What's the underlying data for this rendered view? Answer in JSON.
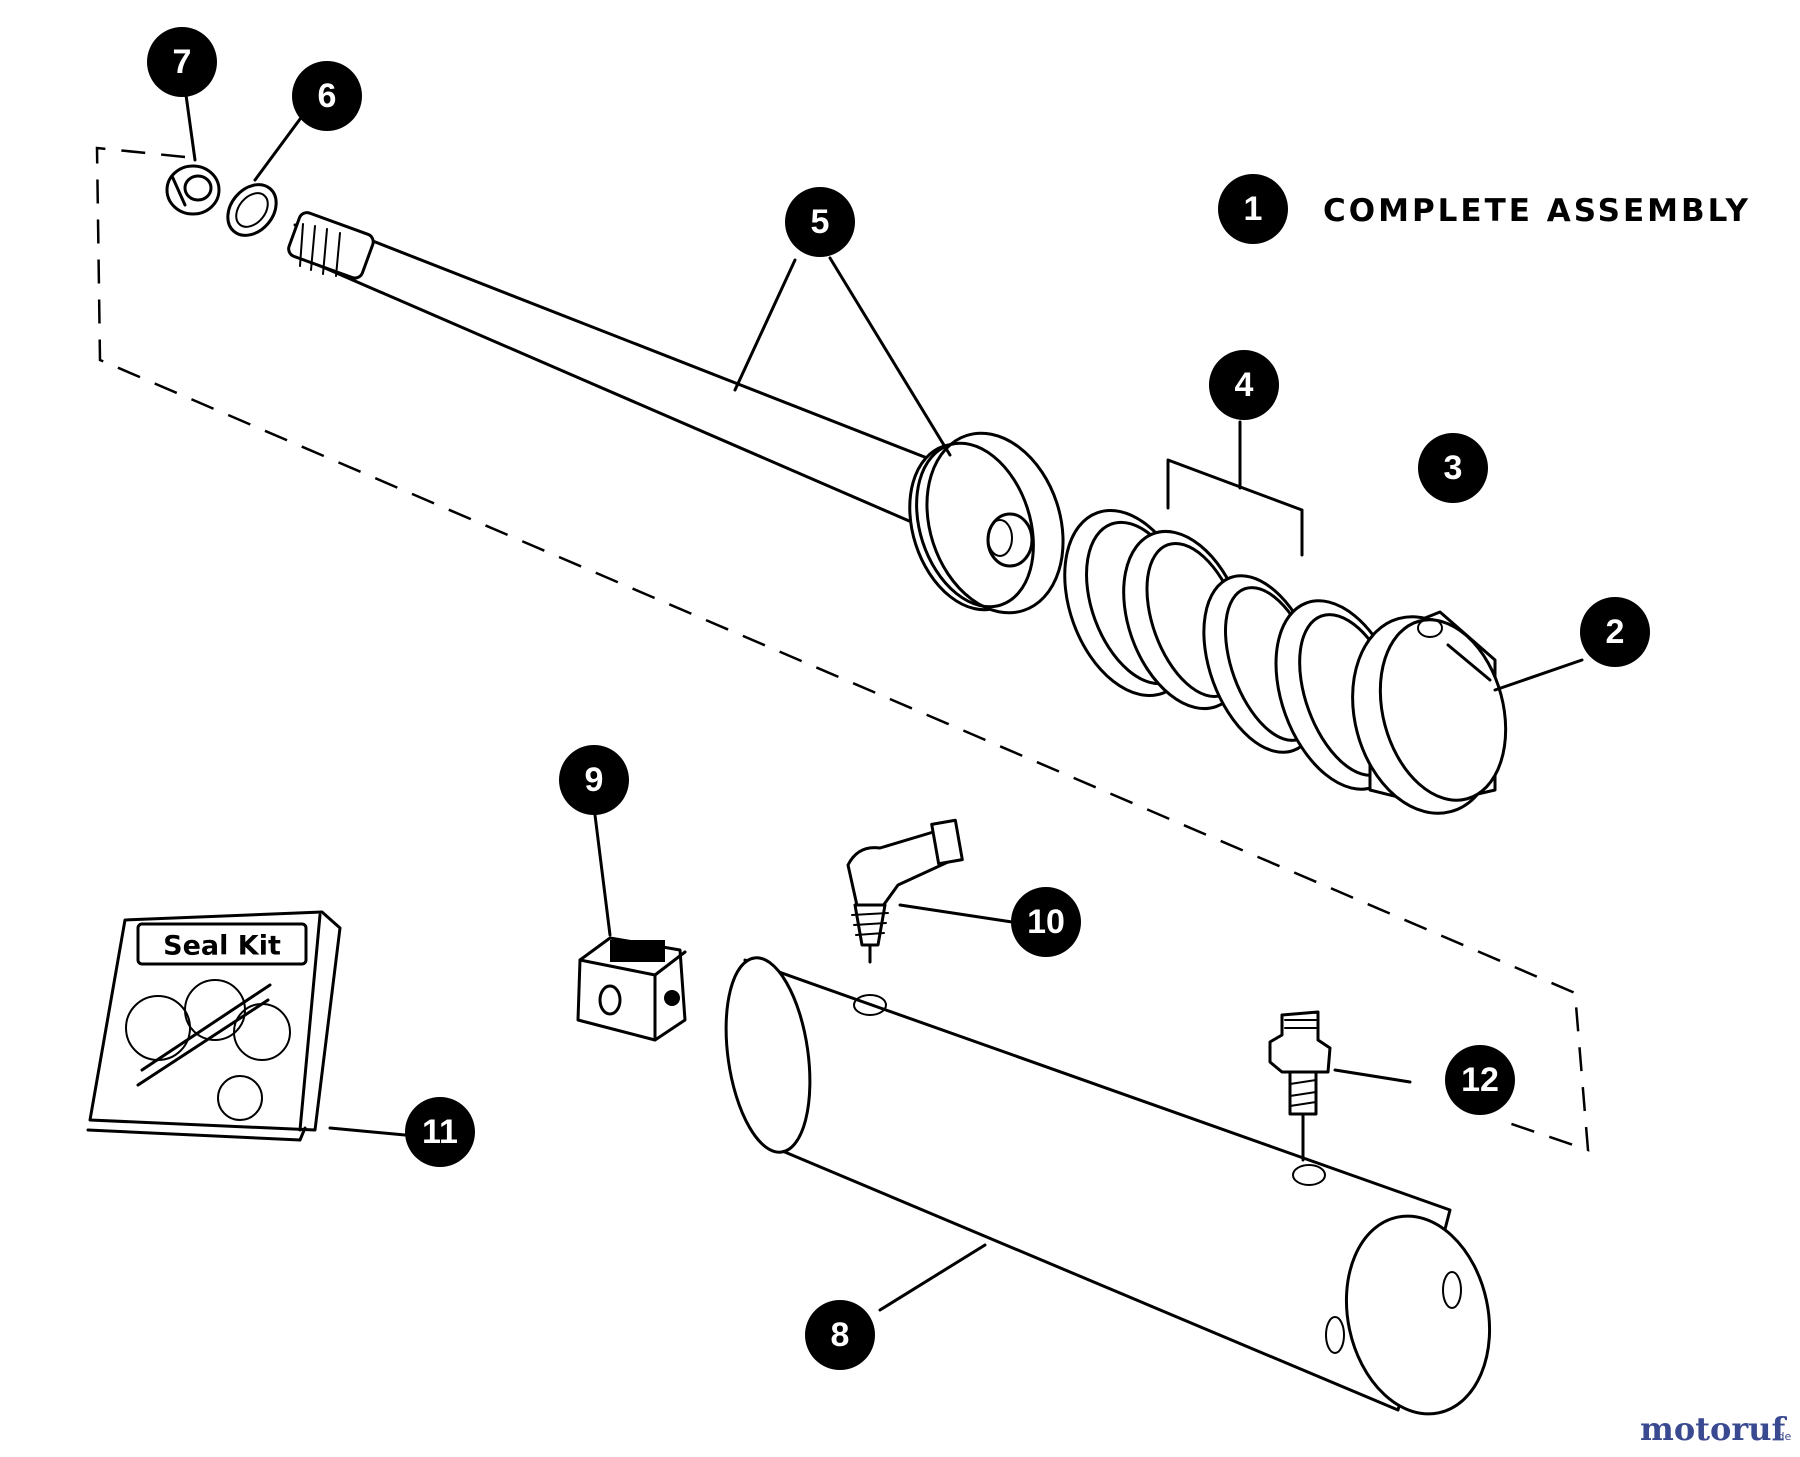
{
  "diagram": {
    "legend": {
      "number": "1",
      "text": "COMPLETE ASSEMBLY"
    },
    "callouts": [
      "1",
      "2",
      "3",
      "4",
      "5",
      "6",
      "7",
      "8",
      "9",
      "10",
      "11",
      "12"
    ],
    "seal_kit_label": "Seal Kit",
    "watermark": {
      "main": "motoruf",
      "suffix": ".de"
    },
    "colors": {
      "ink": "#000000",
      "paper": "#ffffff",
      "wm_blue": "#3a4a90",
      "wm_green": "#6aa33a"
    }
  }
}
